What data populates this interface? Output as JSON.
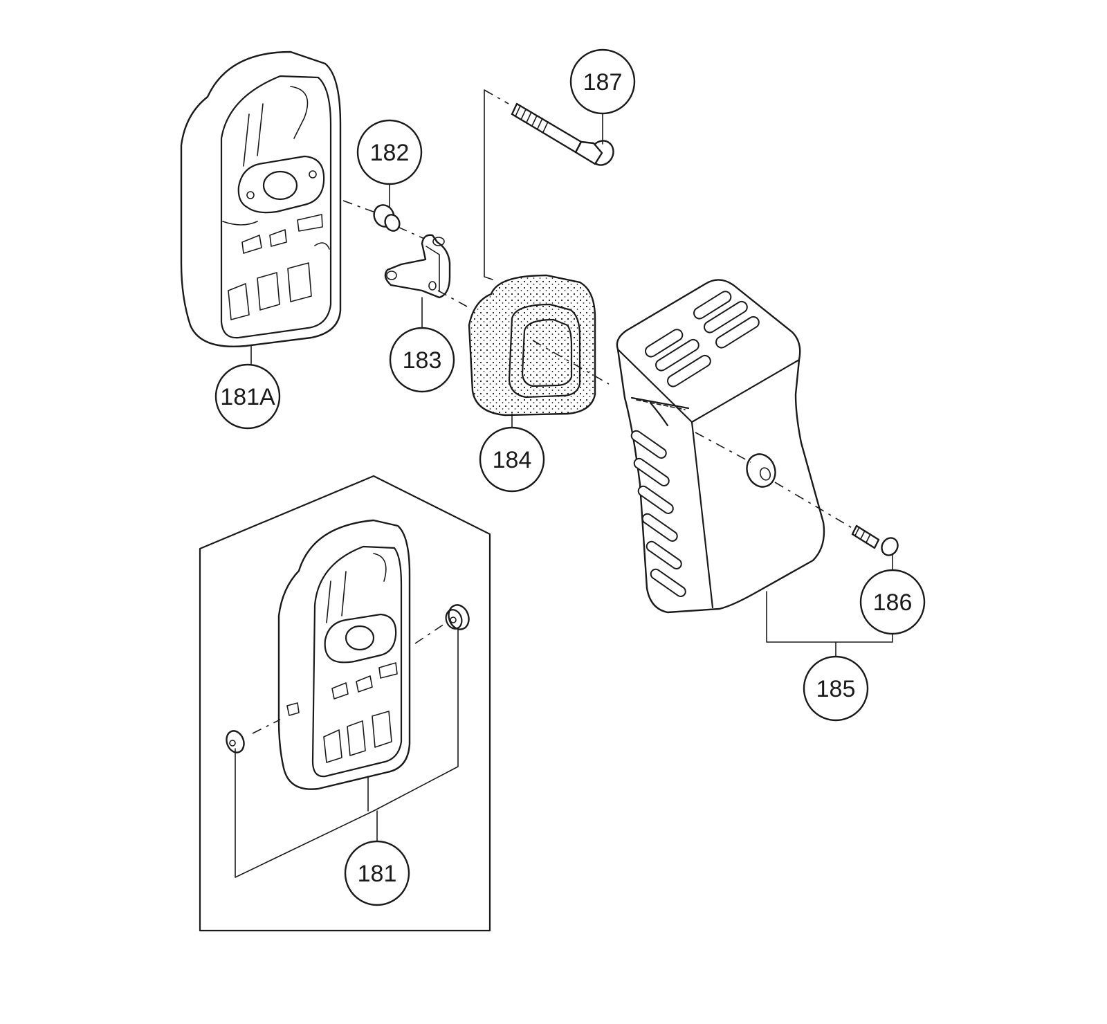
{
  "diagram": {
    "callouts": [
      {
        "id": "187",
        "label": "187"
      },
      {
        "id": "182",
        "label": "182"
      },
      {
        "id": "183",
        "label": "183"
      },
      {
        "id": "181A",
        "label": "181A"
      },
      {
        "id": "184",
        "label": "184"
      },
      {
        "id": "186",
        "label": "186"
      },
      {
        "id": "185",
        "label": "185"
      },
      {
        "id": "181",
        "label": "181"
      }
    ],
    "colors": {
      "line": "#1a1a1a",
      "background": "#ffffff"
    }
  }
}
